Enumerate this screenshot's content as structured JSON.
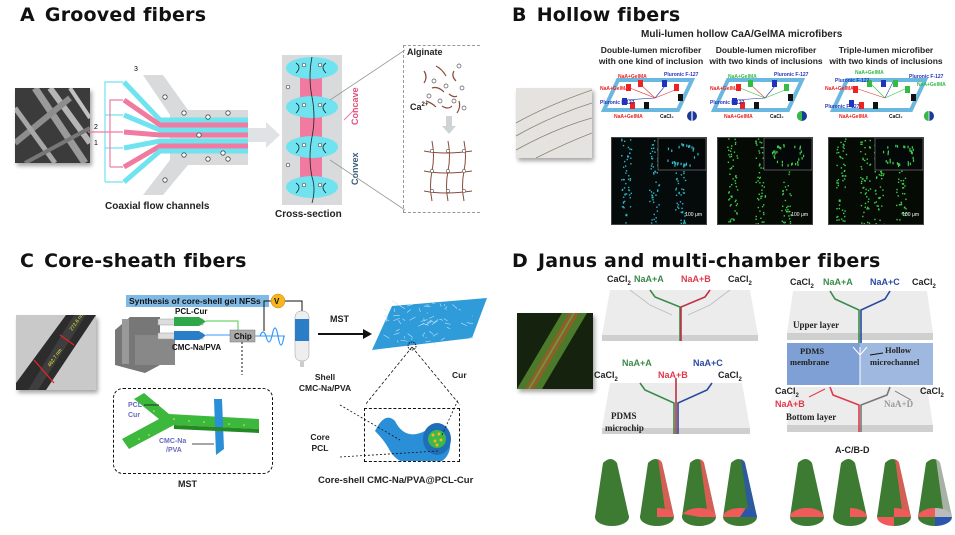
{
  "panels": {
    "A": {
      "letter": "A",
      "title": "Grooved fibers",
      "labels": {
        "coaxial": "Coaxial flow channels",
        "cross_section": "Cross-section",
        "concave": "Concave",
        "convex": "Convex",
        "alginate": "Alginate",
        "calcium": "Ca",
        "calcium_sup": "2+",
        "channel_1": "1",
        "channel_2": "2",
        "channel_3": "3"
      },
      "colors": {
        "cyan": "#6fe3ef",
        "pink": "#f07aa0",
        "gray": "#d9dbdc"
      }
    },
    "B": {
      "letter": "B",
      "title": "Hollow fibers",
      "subtitle": "Muli-lumen hollow CaA/GelMA microfibers",
      "columns": [
        {
          "line1": "Double-lumen microfiber",
          "line2": "with one kind of inclusion",
          "scale": "100 μm",
          "color": "#2fb8c8"
        },
        {
          "line1": "Double-lumen microfiber",
          "line2": "with two kinds of inclusions",
          "scale": "100 μm",
          "color": "#3fd04a"
        },
        {
          "line1": "Triple-lumen microfiber",
          "line2": "with two kinds of inclusions",
          "scale": "100 μm",
          "color": "#3fd04a"
        }
      ],
      "chip_labels": {
        "naa_gelma": "NaA+GelMA",
        "pluronic": "Pluronic F-127",
        "cacl2": "CaCl₂"
      }
    },
    "C": {
      "letter": "C",
      "title": "Core-sheath fibers",
      "labels": {
        "synthesis": "Synthesis of core-shell gel NFSs",
        "pcl_cur": "PCL-Cur",
        "cmc_pva": "CMC-Na/PVA",
        "chip": "Chip",
        "voltage": "V",
        "mst_arrow": "MST",
        "mst_caption": "MST",
        "pcl": "PCL",
        "cur": "Cur",
        "cmc_na": "CMC-Na",
        "pva": "/PVA",
        "shell": "Shell",
        "shell_mat": "CMC-Na/PVA",
        "core": "Core",
        "core_mat": "PCL",
        "cur_label": "Cur",
        "caption": "Core-shell CMC-Na/PVA@PCL-Cur",
        "measure_1": "272.6 nm",
        "measure_2": "462.7 nm"
      }
    },
    "D": {
      "letter": "D",
      "title": "Janus and multi-chamber  fibers",
      "chip1": {
        "cacl2_left": "CaCl",
        "naa_a": "NaA+A",
        "naa_b": "NaA+B",
        "cacl2_right": "CaCl"
      },
      "chip2": {
        "naa_a": "NaA+A",
        "naa_c": "NaA+C",
        "cacl2_left": "CaCl",
        "naa_b": "NaA+B",
        "cacl2_right": "CaCl",
        "pdms": "PDMS",
        "microchip": "microchip"
      },
      "chip3": {
        "cacl2_left": "CaCl",
        "naa_a": "NaA+A",
        "naa_c": "NaA+C",
        "cacl2_right": "CaCl",
        "upper": "Upper layer",
        "pdms": "PDMS",
        "membrane": "membrane",
        "hollow": "Hollow",
        "microchannel": "microchannel",
        "cacl2_l2": "CaCl",
        "cacl2_r2": "CaCl",
        "naa_b": "NaA+B",
        "naa_d": "NaA+D",
        "bottom": "Bottom layer"
      },
      "sub2": "2",
      "caption": "A-C/B-D",
      "colors": {
        "green": "#3a8a4a",
        "red": "#e03a4a",
        "blue": "#2a4aa0",
        "gray": "#888888",
        "fiber_green": "#3d7a32"
      }
    }
  }
}
